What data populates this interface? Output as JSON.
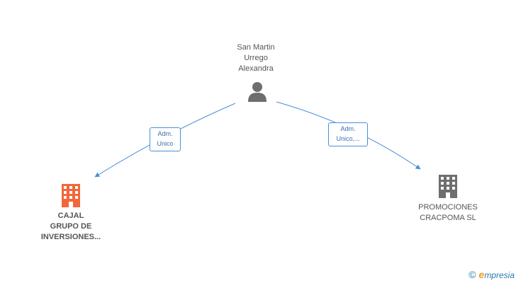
{
  "nodes": {
    "person": {
      "label_lines": [
        "San Martin",
        "Urrego",
        "Alexandra"
      ],
      "icon": "person-icon"
    },
    "company1": {
      "label_lines": [
        "CAJAL",
        "GRUPO DE",
        "INVERSIONES..."
      ],
      "icon": "building-icon",
      "color": "#f2673a"
    },
    "company2": {
      "label_lines": [
        "PROMOCIONES",
        "CRACPOMA SL"
      ],
      "icon": "building-icon",
      "color": "#6e6e6e"
    }
  },
  "edges": [
    {
      "from": "person",
      "to": "company1",
      "label_lines": [
        "Adm.",
        "Unico"
      ]
    },
    {
      "from": "person",
      "to": "company2",
      "label_lines": [
        "Adm.",
        "Unico,..."
      ]
    }
  ],
  "colors": {
    "edge": "#4a8fd8",
    "person": "#6e6e6e"
  },
  "watermark": {
    "copyright": "©",
    "brand_initial": "e",
    "brand_rest": "mpresia"
  }
}
